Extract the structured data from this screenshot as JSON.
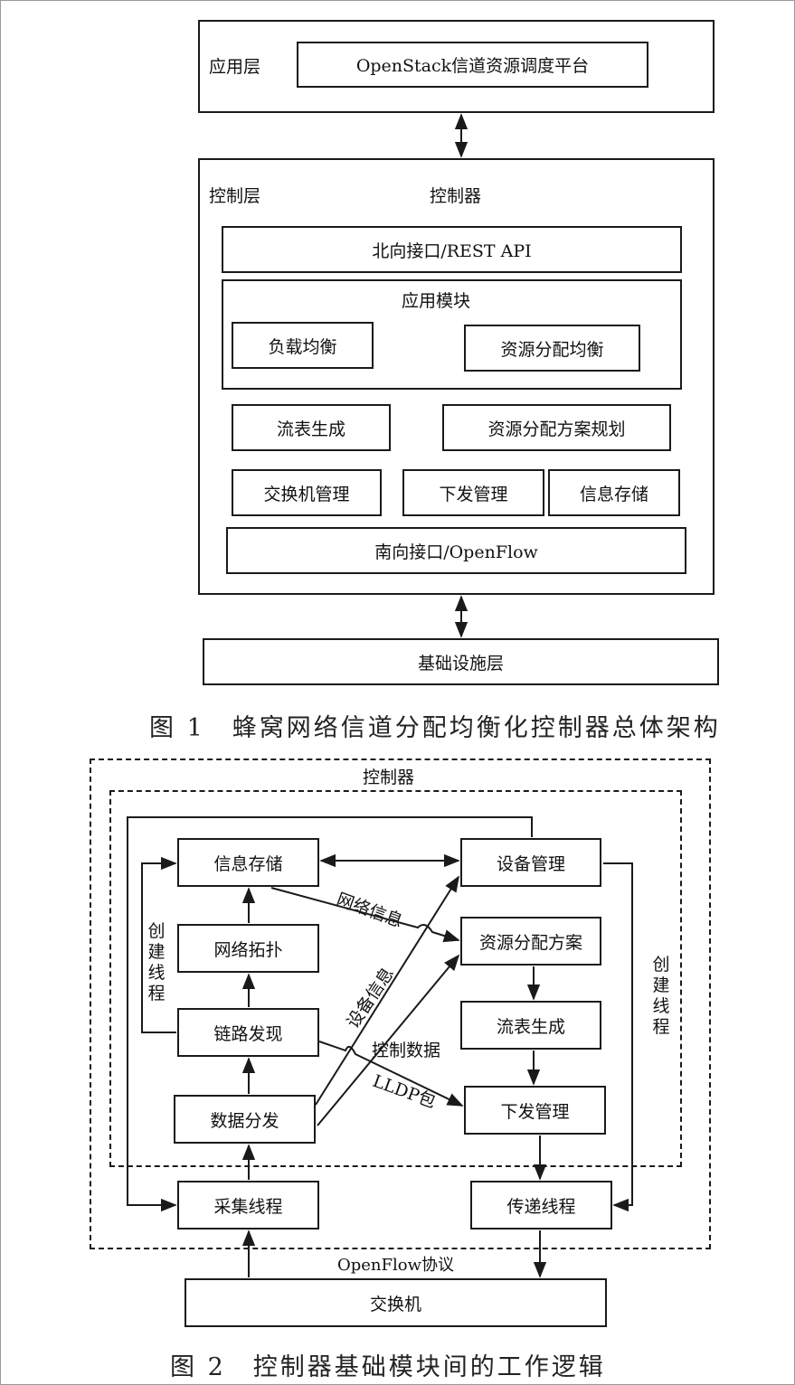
{
  "fig1": {
    "app_layer_label": "应用层",
    "openstack_platform": "OpenStack信道资源调度平台",
    "control_layer_label": "控制层",
    "controller_title": "控制器",
    "north_api": "北向接口/REST API",
    "app_module_title": "应用模块",
    "load_balance": "负载均衡",
    "resource_alloc_balance": "资源分配均衡",
    "flow_table_gen": "流表生成",
    "resource_alloc_plan": "资源分配方案规划",
    "switch_mgmt": "交换机管理",
    "dispatch_mgmt": "下发管理",
    "info_storage": "信息存储",
    "south_api": "南向接口/OpenFlow",
    "infra_layer": "基础设施层",
    "caption": "图 1　蜂窝网络信道分配均衡化控制器总体架构"
  },
  "fig2": {
    "controller_title": "控制器",
    "info_storage": "信息存储",
    "device_mgmt": "设备管理",
    "network_topology": "网络拓扑",
    "resource_plan": "资源分配方案",
    "link_discovery": "链路发现",
    "flow_table_gen": "流表生成",
    "data_dispatch": "数据分发",
    "dispatch_mgmt": "下发管理",
    "collect_thread": "采集线程",
    "transfer_thread": "传递线程",
    "switch": "交换机",
    "openflow_protocol": "OpenFlow协议",
    "label_network_info": "网络信息",
    "label_device_info": "设备信息",
    "label_control_data": "控制数据",
    "label_lldp": "LLDP包",
    "label_create_thread_left": "创建线程",
    "label_create_thread_right": "创建线程",
    "caption": "图 2　控制器基础模块间的工作逻辑"
  },
  "colors": {
    "line": "#1a1a1a",
    "background": "#ffffff",
    "caption": "#222222"
  }
}
